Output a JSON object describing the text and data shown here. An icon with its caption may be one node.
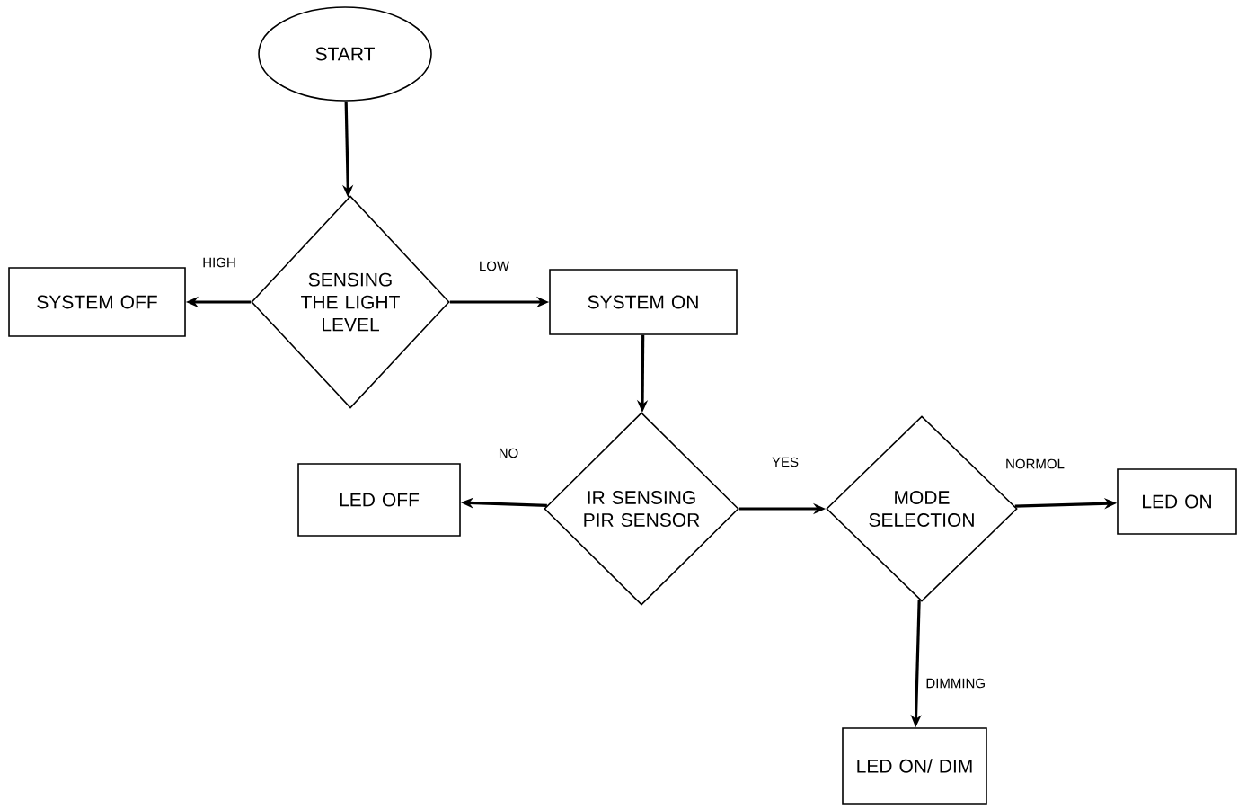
{
  "diagram": {
    "nodes": [
      {
        "text": [
          "START"
        ]
      },
      {
        "text": [
          "SENSING THE LIGHT LEVEL"
        ]
      },
      {
        "text": [
          "SYSTEM OFF"
        ]
      },
      {
        "text": [
          "SYSTEM ON"
        ]
      },
      {
        "text": [
          "IR SENSING PIR SENSOR"
        ]
      },
      {
        "text": [
          "LED OFF"
        ]
      },
      {
        "text": [
          "MODE SELECTION"
        ]
      },
      {
        "text": [
          "LED ON"
        ]
      },
      {
        "text": [
          "LED ON/ DIM"
        ]
      }
    ],
    "edges": [
      {
        "from": 0,
        "to": 1,
        "arrow": "to"
      },
      {
        "from": 1,
        "to": 2,
        "arrow": "to",
        "label": "HIGH"
      },
      {
        "from": 1,
        "to": 3,
        "arrow": "to",
        "label": "LOW"
      },
      {
        "from": 3,
        "to": 4,
        "arrow": "to"
      },
      {
        "from": 4,
        "to": 5,
        "arrow": "to",
        "label": "NO"
      },
      {
        "from": 4,
        "to": 6,
        "arrow": "to",
        "label": "YES"
      },
      {
        "from": 6,
        "to": 7,
        "arrow": "to",
        "label": "NORMOL"
      },
      {
        "from": 6,
        "to": 8,
        "arrow": "to",
        "label": "DIMMING"
      }
    ]
  }
}
